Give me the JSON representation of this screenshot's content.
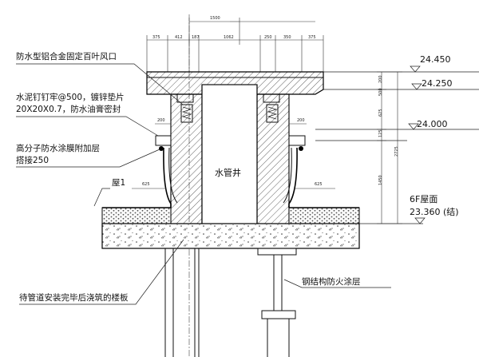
{
  "labels": {
    "louver": "防水型铝合金固定百叶风口",
    "nail_line1": "水泥钉钉牢@500，镀锌垫片",
    "nail_line2": "20X20X0.7，防水油膏密封",
    "membrane_line1": "高分子防水涂膜附加层",
    "membrane_line2": "搭接250",
    "roof1": "屋1",
    "shaft": "水管井",
    "slab": "待管道安装完毕后浇筑的楼板",
    "steel": "钢结构防火涂层",
    "roof_6f": "6F屋面",
    "roof_6f_el": "23.360 (结)"
  },
  "elevations": [
    "24.450",
    "24.250",
    "24.000"
  ],
  "top_dims": {
    "overall": "1500",
    "segments": [
      "375",
      "412",
      "187",
      "1062",
      "250",
      "350",
      "375"
    ]
  },
  "side_dims": [
    "200",
    "500",
    "625",
    "125",
    "1450",
    "2725"
  ],
  "detail_dims": {
    "left_200": "200",
    "right_200": "200",
    "left_625": "625",
    "right_625": "625"
  }
}
